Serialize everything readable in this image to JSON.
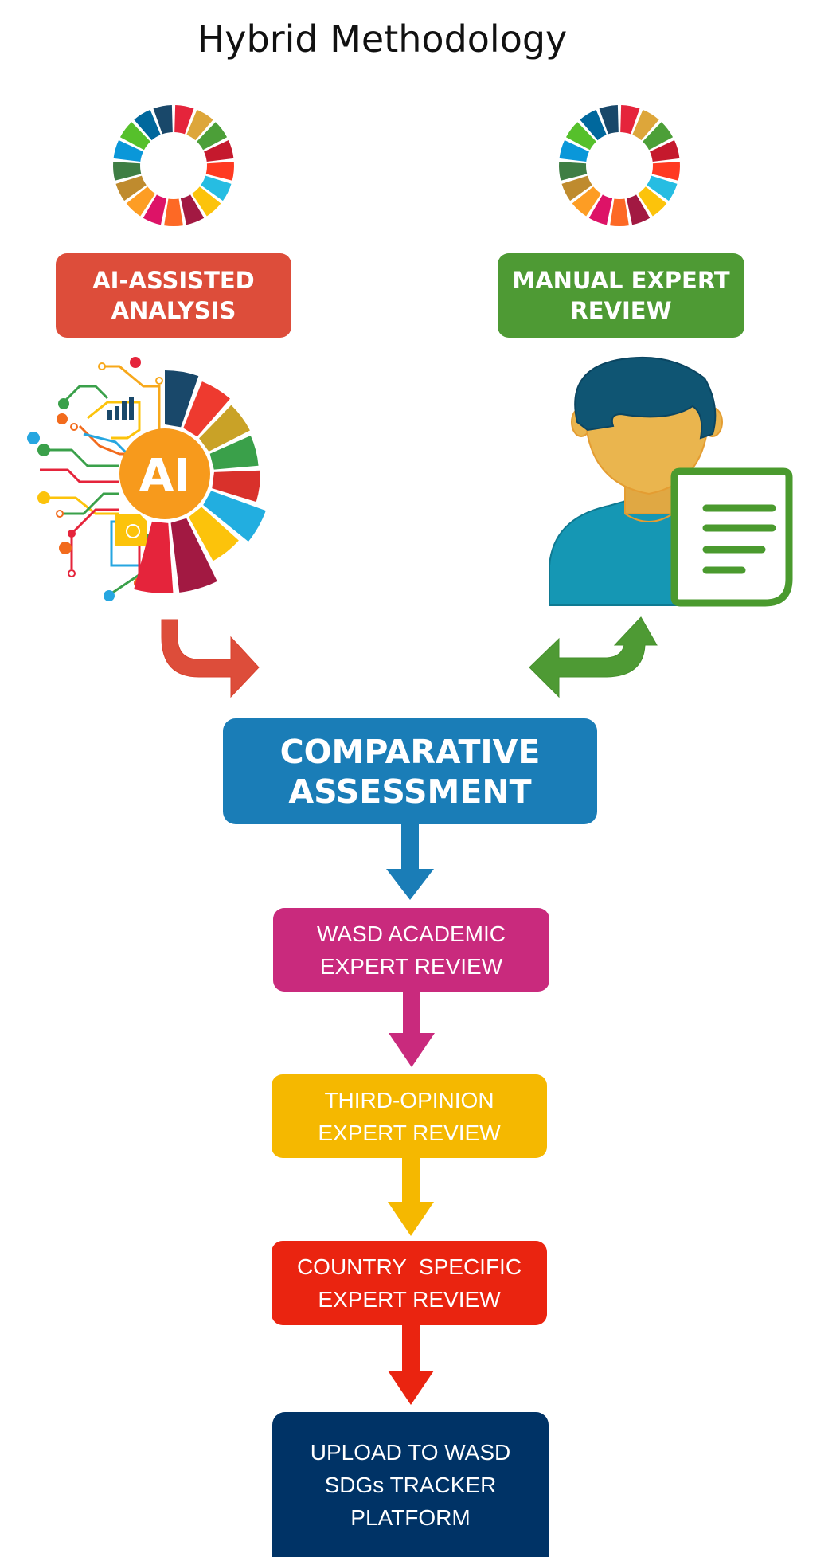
{
  "title": "Hybrid Methodology",
  "branches": {
    "left": {
      "label_line1": "AI-ASSISTED",
      "label_line2": "ANALYSIS",
      "color": "#dd4d3a",
      "icon_text": "AI",
      "arrow_color": "#dd4d3a"
    },
    "right": {
      "label_line1": "MANUAL EXPERT",
      "label_line2": "REVIEW",
      "color": "#4e9a34",
      "arrow_color": "#4e9a34"
    }
  },
  "sdg_colors": [
    "#e5243b",
    "#dda63a",
    "#4c9f38",
    "#c5192d",
    "#ff3a21",
    "#26bde2",
    "#fcc30b",
    "#a21942",
    "#fd6925",
    "#dd1367",
    "#fd9d24",
    "#bf8b2e",
    "#3f7e44",
    "#0a97d9",
    "#56c02b",
    "#00689d",
    "#19486a"
  ],
  "flow": [
    {
      "id": "comparative",
      "lines": [
        "COMPARATIVE",
        "ASSESSMENT"
      ],
      "color": "#1a7db7"
    },
    {
      "id": "wasd-academic",
      "lines": [
        "WASD ACADEMIC",
        "EXPERT REVIEW"
      ],
      "color": "#c92a7d"
    },
    {
      "id": "third-opinion",
      "lines": [
        "THIRD-OPINION",
        "EXPERT REVIEW"
      ],
      "color": "#f5b800"
    },
    {
      "id": "country-specific",
      "lines": [
        "COUNTRY  SPECIFIC",
        "EXPERT REVIEW"
      ],
      "color": "#ea2410"
    },
    {
      "id": "upload",
      "lines": [
        "UPLOAD TO WASD",
        "SDGs TRACKER",
        "PLATFORM"
      ],
      "color": "#003366"
    }
  ]
}
